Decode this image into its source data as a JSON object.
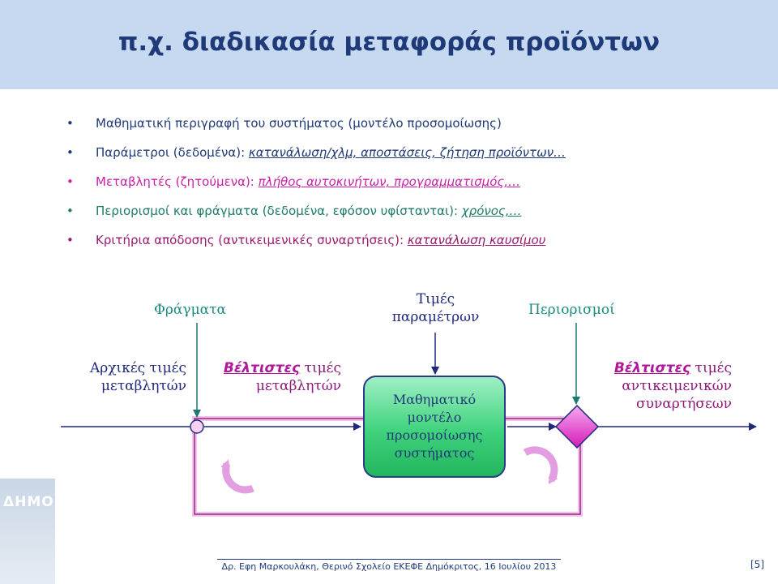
{
  "title": "π.χ. διαδικασία μεταφοράς προϊόντων",
  "bullets": [
    {
      "dot": "•",
      "text": "Μαθηματική περιγραφή του συστήματος (μοντέλο προσομοίωσης)",
      "extra": ""
    },
    {
      "dot": "•",
      "text": "Παράμετροι (δεδομένα):",
      "extra": "κατανάλωση/χλμ, αποστάσεις, ζήτηση προϊόντων…"
    },
    {
      "dot": "•",
      "text": "Μεταβλητές (ζητούμενα):",
      "extra": "πλήθος αυτοκινήτων, προγραμματισμός,…"
    },
    {
      "dot": "•",
      "text": "Περιορισμοί και φράγματα (δεδομένα, εφόσον υφίστανται):",
      "extra": "χρόνος,…"
    },
    {
      "dot": "•",
      "text": "Κριτήρια απόδοσης (αντικειμενικές συναρτήσεις):",
      "extra": "κατανάλωση καυσίμου"
    }
  ],
  "diagram": {
    "fragmata": "Φράγματα",
    "times_line1": "Τιμές",
    "times_line2": "παραμέτρων",
    "periorismoi": "Περιορισμοί",
    "initial_line1": "Αρχικές τιμές",
    "initial_line2": "μεταβλητών",
    "best_word": "Βέλτιστες",
    "best_vars_rest": "τιμές",
    "best_vars_line2": "μεταβλητών",
    "best_obj_rest": "τιμές",
    "best_obj_line2": "αντικειμενικών",
    "best_obj_line3": "συναρτήσεων",
    "model_line1": "Μαθηματικό",
    "model_line2": "μοντέλο",
    "model_line3": "προσομοίωσης",
    "model_line4": "συστήματος"
  },
  "logo": {
    "text": "ΔΗΜΟΚΡΙΤΟΣ"
  },
  "footer": {
    "text": "Δρ. Εφη Μαρκουλάκη, Θερινό Σχολείο ΕΚΕΦΕ Δημόκριτος, 16 Ιουλίου 2013",
    "page": "[5]"
  },
  "colors": {
    "header_bg": "#c6d9f1",
    "title": "#1f3a78",
    "teal": "#1a8a80",
    "magenta": "#b0179a",
    "box_green": "#3fd27c"
  }
}
